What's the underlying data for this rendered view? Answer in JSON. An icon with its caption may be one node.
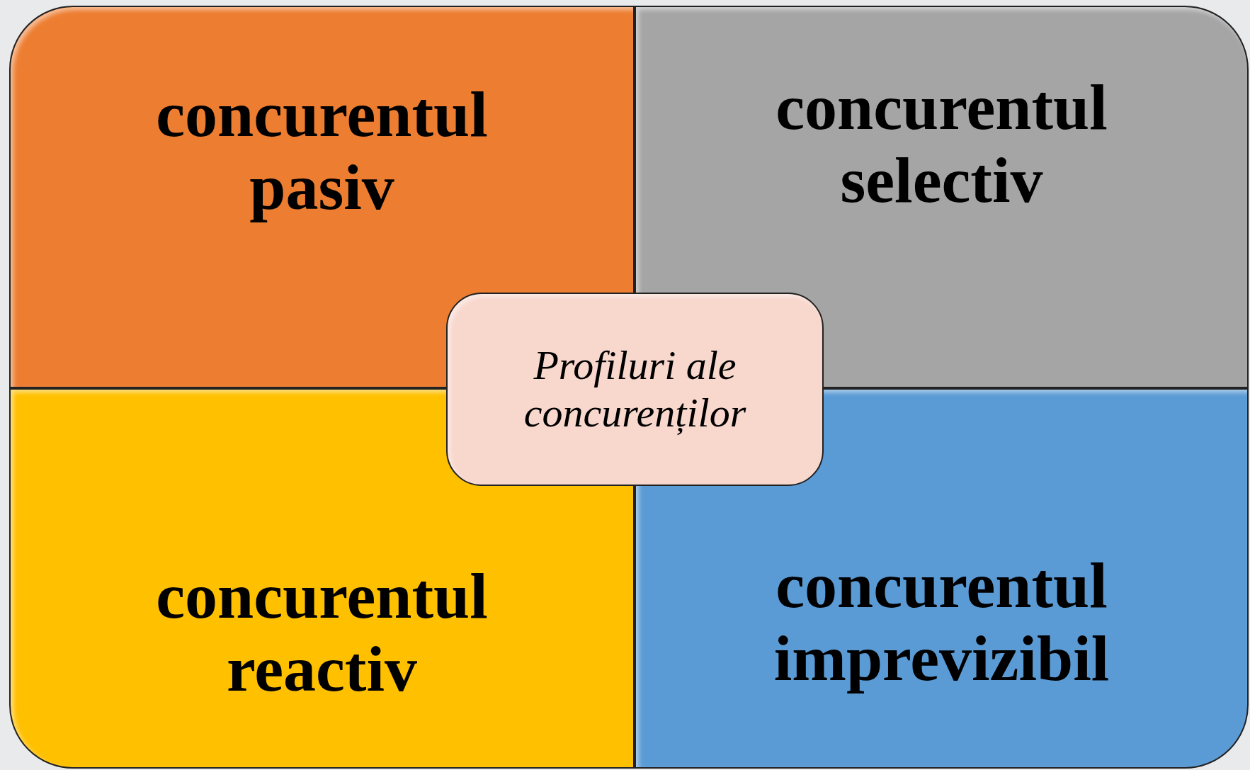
{
  "diagram": {
    "nodes": [
      {
        "text": [
          "concurentul pasiv"
        ]
      },
      {
        "text": [
          "concurentul selectiv"
        ]
      },
      {
        "text": [
          "Profiluri ale concurenților"
        ]
      },
      {
        "text": [
          "concurentul reactiv"
        ]
      },
      {
        "text": [
          "concurentul imprevizibil"
        ]
      }
    ]
  }
}
